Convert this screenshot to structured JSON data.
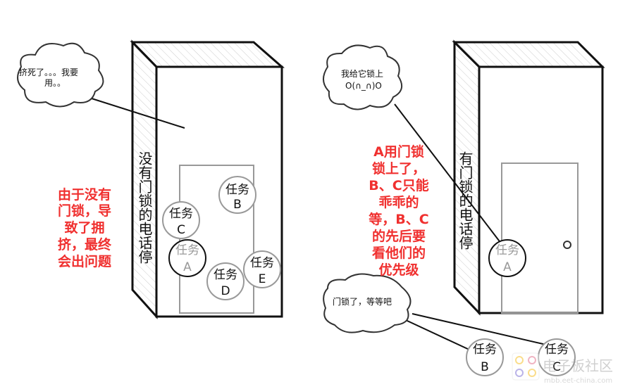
{
  "left": {
    "booth_label": "没有门锁的电话停",
    "cloud_text": [
      "挤死了。。。我要",
      "用。。"
    ],
    "note": [
      "由于没有",
      "门锁，导",
      "致了拥",
      "挤，最终",
      "会出问题"
    ],
    "tasks": [
      {
        "word": "任务",
        "letter": "B"
      },
      {
        "word": "任务",
        "letter": "C"
      },
      {
        "word": "任务",
        "letter": "A"
      },
      {
        "word": "任务",
        "letter": "D"
      },
      {
        "word": "任务",
        "letter": "E"
      }
    ]
  },
  "right": {
    "booth_label": "有门锁的电话停",
    "cloud_top_text": [
      "我给它锁上",
      "O(∩_∩)O"
    ],
    "cloud_bottom_text": "门锁了，等等吧",
    "note": [
      "A用门锁",
      "锁上了，",
      "B、C只能",
      "乖乖的",
      "等，B、C",
      "的先后要",
      "看他们的",
      "优先级"
    ],
    "tasks": [
      {
        "word": "任务",
        "letter": "A"
      },
      {
        "word": "任务",
        "letter": "B"
      },
      {
        "word": "任务",
        "letter": "C"
      }
    ]
  },
  "watermark": [
    "电子板社区",
    "mbb.eet-china.com"
  ]
}
